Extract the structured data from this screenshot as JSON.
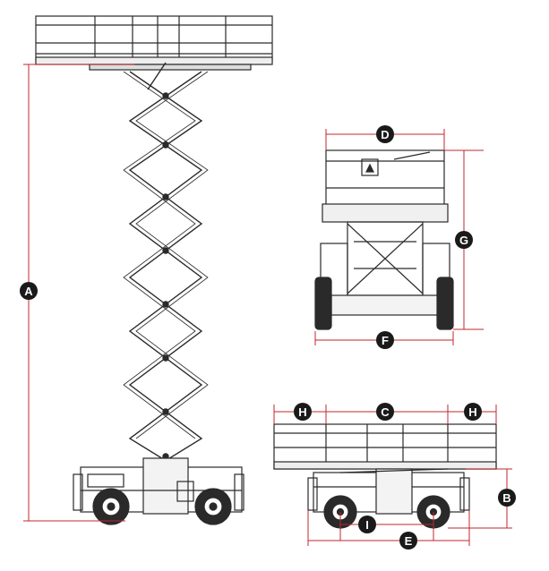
{
  "title": "",
  "colors": {
    "dimension_line": "#c0272d",
    "badge": "#1a1a1a",
    "badge_text": "#ffffff",
    "drawing": "#2a2a2a"
  },
  "labels": {
    "A": "A",
    "B": "B",
    "C": "C",
    "D": "D",
    "E": "E",
    "F": "F",
    "G": "G",
    "H": "H",
    "I": "I"
  }
}
